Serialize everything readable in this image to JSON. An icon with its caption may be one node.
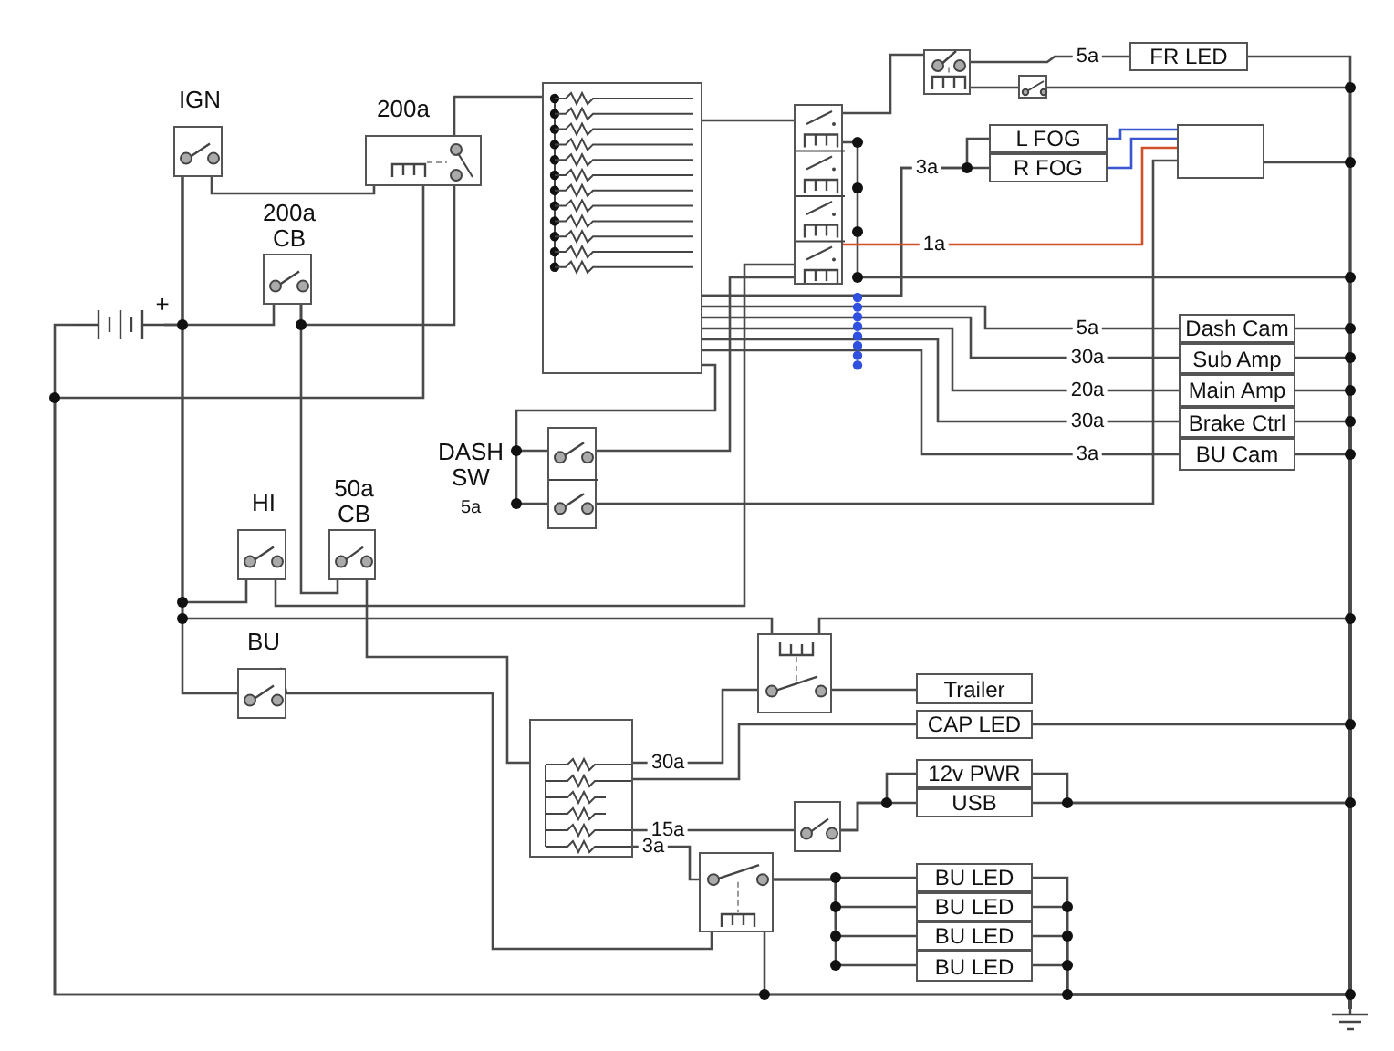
{
  "diagram": {
    "nodes": [
      {
        "text": [
          "IGN"
        ]
      },
      {
        "text": [
          "200a"
        ]
      },
      {
        "text": [
          "200a CB"
        ]
      },
      {
        "text": [],
        "shape": "battery",
        "beside": [
          "+"
        ]
      },
      {
        "text": [],
        "shape": "box"
      },
      {
        "text": [],
        "shape": "box"
      },
      {
        "text": [],
        "shape": "box"
      },
      {
        "text": [],
        "shape": "box"
      },
      {
        "text": [
          "FR LED"
        ]
      },
      {
        "text": [
          "L FOG"
        ]
      },
      {
        "text": [
          "R FOG"
        ]
      },
      {
        "text": [],
        "shape": "box"
      },
      {
        "text": [
          "Dash Cam"
        ]
      },
      {
        "text": [
          "Sub Amp"
        ]
      },
      {
        "text": [
          "Main Amp"
        ]
      },
      {
        "text": [
          "Brake Ctrl"
        ]
      },
      {
        "text": [
          "BU Cam"
        ]
      },
      {
        "text": [
          "DASH SW",
          "5a"
        ]
      },
      {
        "text": [
          "HI"
        ]
      },
      {
        "text": [
          "50a CB"
        ]
      },
      {
        "text": [
          "BU"
        ]
      },
      {
        "text": [],
        "shape": "box"
      },
      {
        "text": [
          "Trailer"
        ]
      },
      {
        "text": [
          "CAP LED"
        ]
      },
      {
        "text": [],
        "shape": "box"
      },
      {
        "text": [],
        "shape": "box"
      },
      {
        "text": [
          "12v PWR"
        ]
      },
      {
        "text": [
          "USB"
        ]
      },
      {
        "text": [],
        "shape": "box"
      },
      {
        "text": [
          "BU LED"
        ]
      },
      {
        "text": [
          "BU LED"
        ]
      },
      {
        "text": [
          "BU LED"
        ]
      },
      {
        "text": [
          "BU LED"
        ]
      },
      {
        "text": [],
        "shape": "ground"
      }
    ],
    "edges": [
      {
        "from": 3,
        "to": 0,
        "arrow": "none"
      },
      {
        "from": 3,
        "to": 2,
        "arrow": "none"
      },
      {
        "from": 2,
        "to": 1,
        "arrow": "none"
      },
      {
        "from": 0,
        "to": 1,
        "arrow": "none"
      },
      {
        "from": 1,
        "to": 33,
        "arrow": "none"
      },
      {
        "from": 3,
        "to": 33,
        "arrow": "none"
      },
      {
        "from": 1,
        "to": 4,
        "arrow": "none"
      },
      {
        "from": 4,
        "to": 5,
        "arrow": "none"
      },
      {
        "from": 5,
        "to": 6,
        "arrow": "none"
      },
      {
        "from": 5,
        "to": 33,
        "arrow": "none"
      },
      {
        "from": 4,
        "to": 9,
        "arrow": "none"
      },
      {
        "from": 4,
        "to": 10,
        "label": "3a",
        "arrow": "none"
      },
      {
        "from": 9,
        "to": 11,
        "arrow": "none",
        "color": "#3a55d0"
      },
      {
        "from": 10,
        "to": 11,
        "arrow": "none",
        "color": "#3a55d0"
      },
      {
        "from": 5,
        "to": 11,
        "label": "1a",
        "arrow": "none",
        "color": "#d0502a"
      },
      {
        "from": 11,
        "to": 33,
        "arrow": "none"
      },
      {
        "from": 6,
        "to": 8,
        "label": "5a",
        "arrow": "none"
      },
      {
        "from": 8,
        "to": 33,
        "arrow": "none"
      },
      {
        "from": 6,
        "to": 7,
        "arrow": "none"
      },
      {
        "from": 7,
        "to": 33,
        "arrow": "none"
      },
      {
        "from": 4,
        "to": 12,
        "label": "5a",
        "arrow": "none"
      },
      {
        "from": 4,
        "to": 13,
        "label": "30a",
        "arrow": "none"
      },
      {
        "from": 4,
        "to": 14,
        "label": "20a",
        "arrow": "none"
      },
      {
        "from": 4,
        "to": 15,
        "label": "30a",
        "arrow": "none"
      },
      {
        "from": 4,
        "to": 16,
        "label": "3a",
        "arrow": "none"
      },
      {
        "from": 12,
        "to": 33,
        "arrow": "none"
      },
      {
        "from": 13,
        "to": 33,
        "arrow": "none"
      },
      {
        "from": 14,
        "to": 33,
        "arrow": "none"
      },
      {
        "from": 15,
        "to": 33,
        "arrow": "none"
      },
      {
        "from": 16,
        "to": 33,
        "arrow": "none"
      },
      {
        "from": 4,
        "to": 17,
        "arrow": "none"
      },
      {
        "from": 17,
        "to": 5,
        "arrow": "none"
      },
      {
        "from": 17,
        "to": 11,
        "arrow": "none"
      },
      {
        "from": 2,
        "to": 19,
        "arrow": "none"
      },
      {
        "from": 0,
        "to": 18,
        "arrow": "none"
      },
      {
        "from": 0,
        "to": 20,
        "arrow": "none"
      },
      {
        "from": 18,
        "to": 5,
        "arrow": "none"
      },
      {
        "from": 0,
        "to": 21,
        "arrow": "none"
      },
      {
        "from": 21,
        "to": 33,
        "arrow": "none"
      },
      {
        "from": 19,
        "to": 24,
        "arrow": "none"
      },
      {
        "from": 20,
        "to": 28,
        "arrow": "none"
      },
      {
        "from": 28,
        "to": 33,
        "arrow": "none"
      },
      {
        "from": 24,
        "to": 21,
        "label": "30a",
        "arrow": "none"
      },
      {
        "from": 24,
        "to": 23,
        "arrow": "none"
      },
      {
        "from": 21,
        "to": 22,
        "arrow": "none"
      },
      {
        "from": 23,
        "to": 33,
        "arrow": "none"
      },
      {
        "from": 24,
        "to": 25,
        "label": "15a",
        "arrow": "none"
      },
      {
        "from": 25,
        "to": 26,
        "arrow": "none"
      },
      {
        "from": 25,
        "to": 27,
        "arrow": "none"
      },
      {
        "from": 26,
        "to": 33,
        "arrow": "none"
      },
      {
        "from": 27,
        "to": 33,
        "arrow": "none"
      },
      {
        "from": 24,
        "to": 28,
        "label": "3a",
        "arrow": "none"
      },
      {
        "from": 28,
        "to": 29,
        "arrow": "none"
      },
      {
        "from": 28,
        "to": 30,
        "arrow": "none"
      },
      {
        "from": 28,
        "to": 31,
        "arrow": "none"
      },
      {
        "from": 28,
        "to": 32,
        "arrow": "none"
      },
      {
        "from": 29,
        "to": 33,
        "arrow": "none"
      },
      {
        "from": 30,
        "to": 33,
        "arrow": "none"
      },
      {
        "from": 31,
        "to": 33,
        "arrow": "none"
      },
      {
        "from": 32,
        "to": 33,
        "arrow": "none"
      }
    ]
  }
}
